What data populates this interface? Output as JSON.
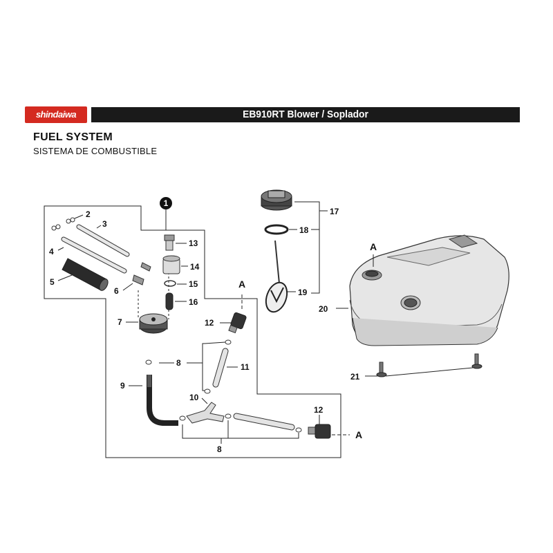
{
  "header": {
    "brand": "shindaiwa",
    "model_title": "EB910RT Blower / Soplador",
    "brand_color": "#d42a20",
    "band_color": "#1a1a1a"
  },
  "section": {
    "title": "FUEL SYSTEM",
    "subtitle": "SISTEMA DE COMBUSTIBLE"
  },
  "callouts": {
    "badge": "1",
    "c2": "2",
    "c3": "3",
    "c4": "4",
    "c5": "5",
    "c6": "6",
    "c7": "7",
    "c8a": "8",
    "c8b": "8",
    "c9": "9",
    "c10": "10",
    "c11": "11",
    "c12a": "12",
    "c12b": "12",
    "c13": "13",
    "c14": "14",
    "c15": "15",
    "c16": "16",
    "c17": "17",
    "c18": "18",
    "c19": "19",
    "c20": "20",
    "c21": "21",
    "refA1": "A",
    "refA2": "A",
    "refA3": "A"
  }
}
